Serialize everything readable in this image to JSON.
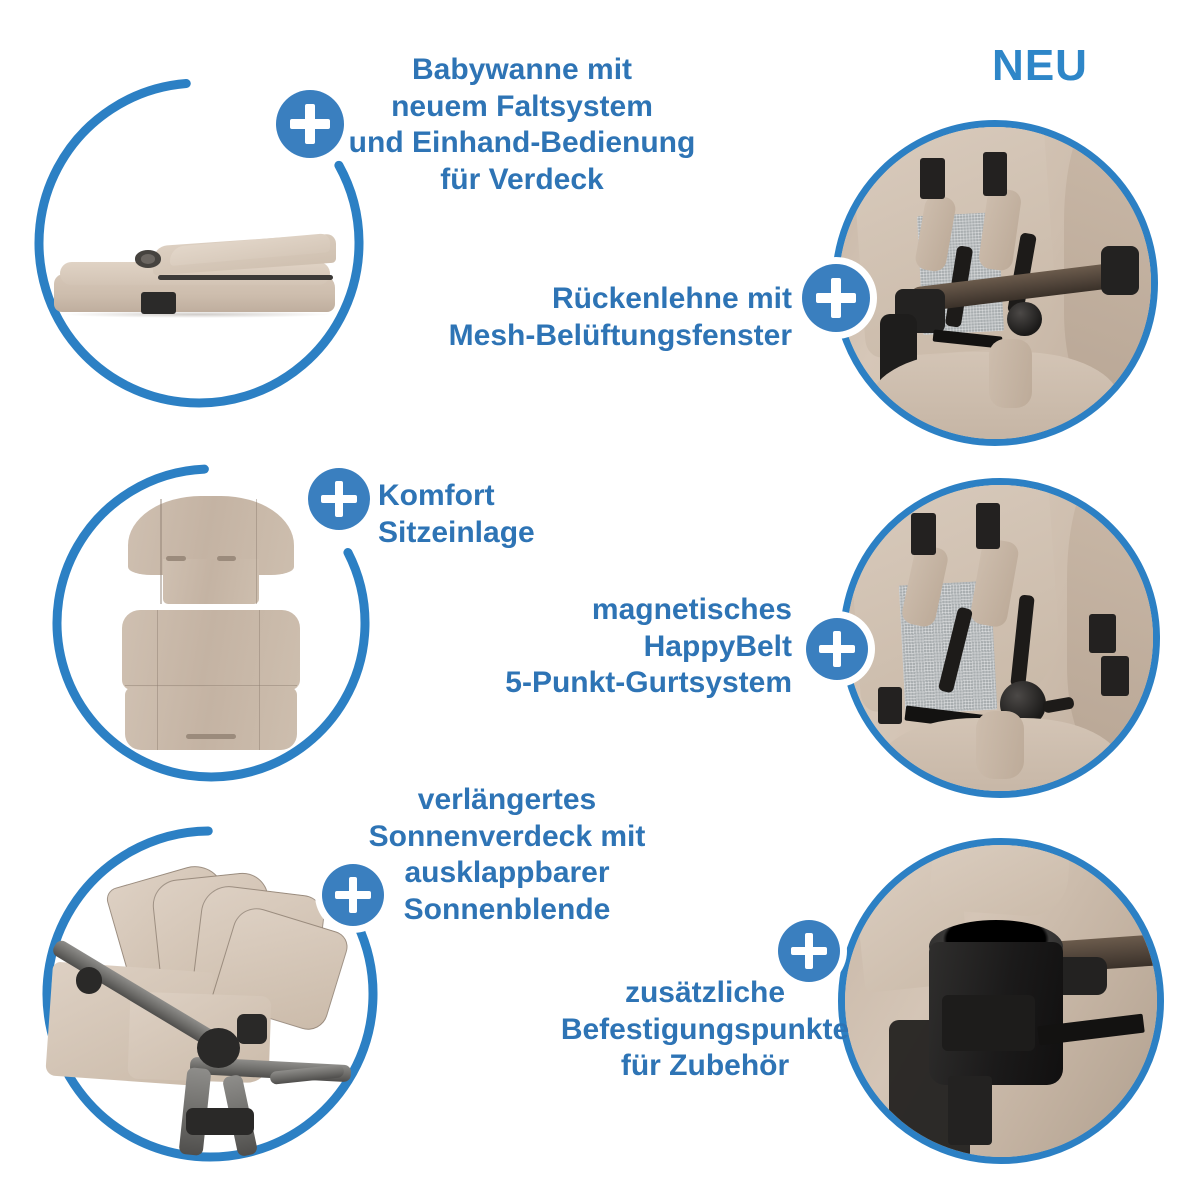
{
  "badge": {
    "new_label": "NEU"
  },
  "colors": {
    "text_blue": "#2E74B5",
    "ring_blue": "#2C80C4",
    "badge_blue": "#3A7FBF",
    "fabric_beige": "#cdbdad",
    "background": "#ffffff"
  },
  "plus_icon_label": "plus-icon",
  "features": [
    {
      "id": "carrycot-fold",
      "caption": "Babywanne mit\nneuem Faltsystem\nund Einhand-Bedienung\nfür Verdeck",
      "image_name": "folded-carrycot-photo",
      "circle_style": "outline",
      "badge_label": "+"
    },
    {
      "id": "mesh-backrest",
      "caption": "Rückenlehne mit\nMesh-Belüftungsfenster",
      "image_name": "seat-mesh-backrest-photo",
      "circle_style": "photo",
      "badge_label": "+"
    },
    {
      "id": "comfort-seat-insert",
      "caption": "Komfort\nSitzeinlage",
      "image_name": "comfort-seat-insert-photo",
      "circle_style": "outline",
      "badge_label": "+"
    },
    {
      "id": "happybelt-harness",
      "caption": "magnetisches\nHappyBelt\n5-Punkt-Gurtsystem",
      "image_name": "magnetic-harness-photo",
      "circle_style": "photo",
      "badge_label": "+"
    },
    {
      "id": "extended-canopy",
      "caption": "verlängertes\nSonnenverdeck mit\nausklappbarer\nSonnenblende",
      "image_name": "extended-sun-canopy-photo",
      "circle_style": "outline",
      "badge_label": "+"
    },
    {
      "id": "accessory-mounts",
      "caption": "zusätzliche\nBefestigungspunkte\nfür Zubehör",
      "image_name": "cup-holder-accessory-photo",
      "circle_style": "photo",
      "badge_label": "+"
    }
  ]
}
